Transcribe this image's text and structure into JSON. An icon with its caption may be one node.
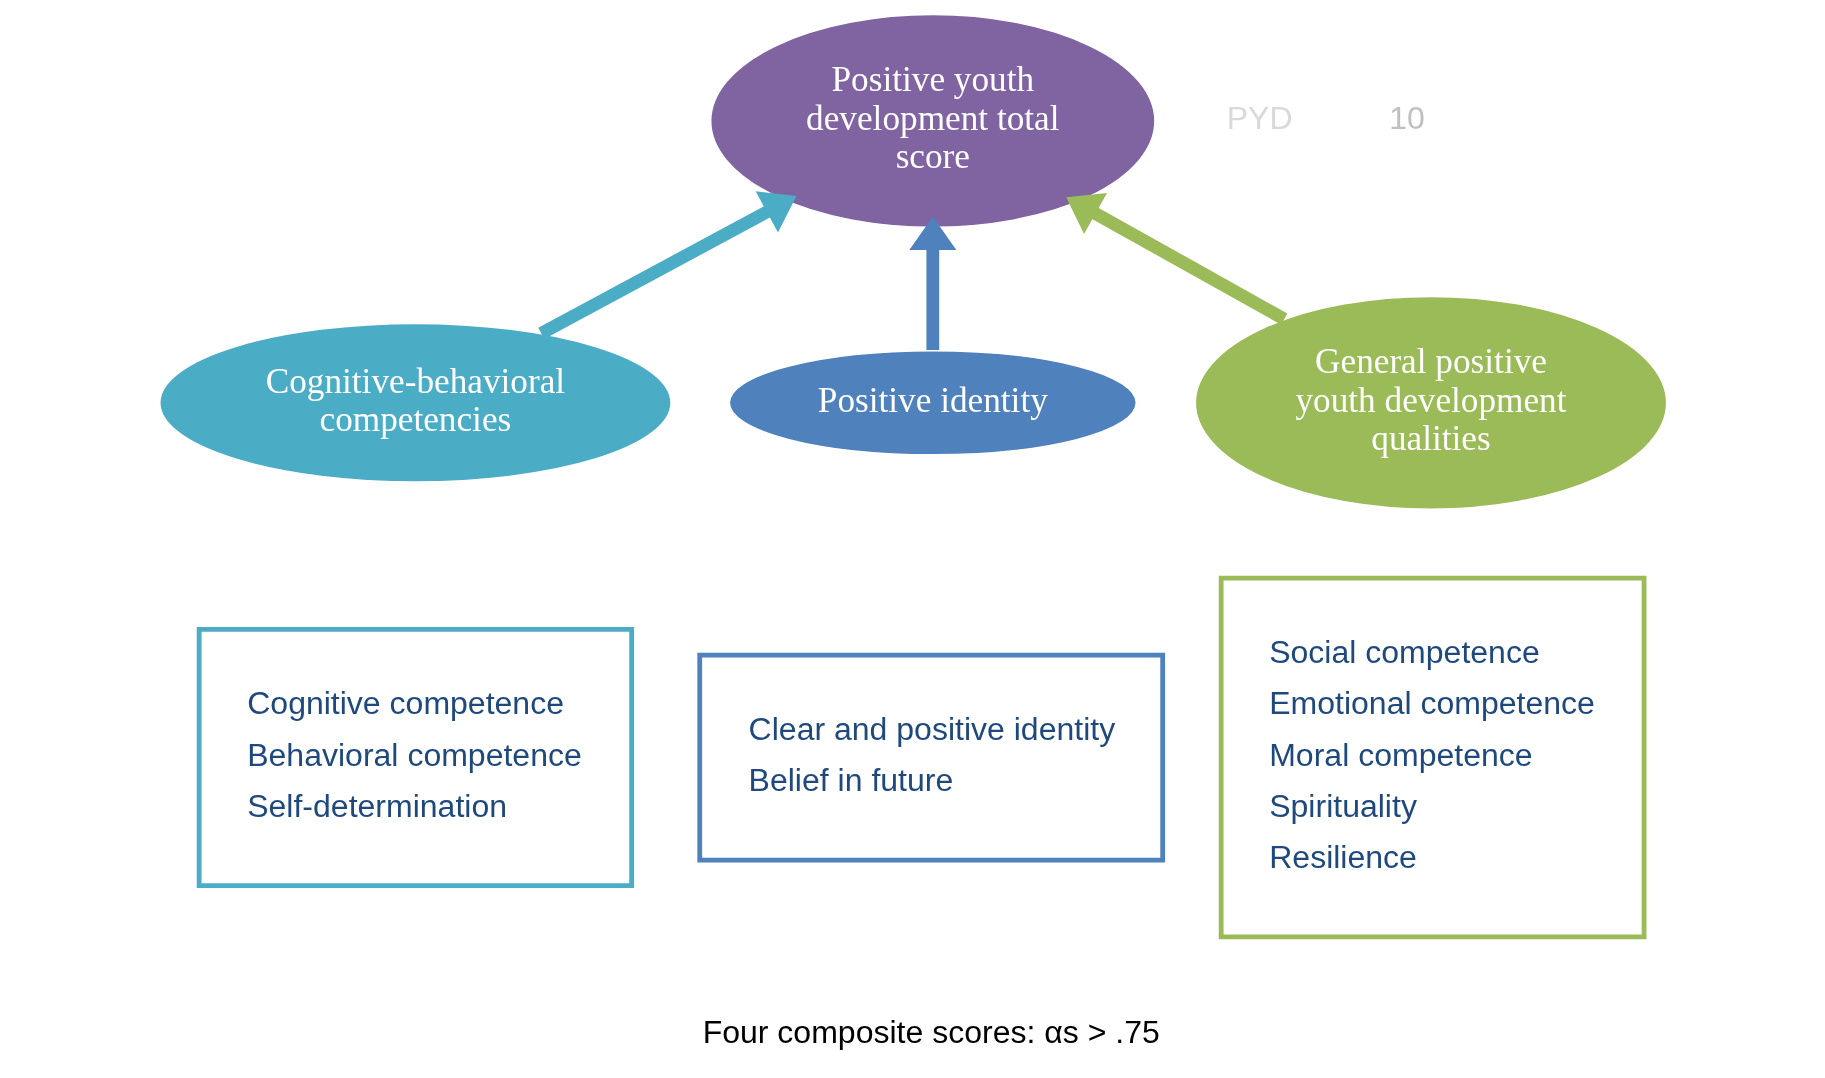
{
  "diagram": {
    "nodes": [
      {
        "text": [
          "Positive youth development total score"
        ]
      },
      {
        "text": [
          "Cognitive-behavioral competencies"
        ]
      },
      {
        "text": [
          "Positive identity"
        ]
      },
      {
        "text": [
          "General positive youth development qualities"
        ]
      },
      {
        "text": [
          "Cognitive competence",
          "Behavioral competence",
          "Self-determination"
        ]
      },
      {
        "text": [
          "Clear and positive identity",
          "Belief in future"
        ]
      },
      {
        "text": [
          "Social competence",
          "Emotional competence",
          "Moral competence",
          "Spirituality",
          "Resilience"
        ]
      }
    ],
    "edges": [
      {
        "from": 1,
        "to": 0,
        "arrow": "to",
        "color": "#4bacc6"
      },
      {
        "from": 2,
        "to": 0,
        "arrow": "to",
        "color": "#4f81bd"
      },
      {
        "from": 3,
        "to": 0,
        "arrow": "to",
        "color": "#9bbb59"
      }
    ],
    "labels": [
      "PYD",
      "10",
      "Four composite scores: αs > .75"
    ]
  }
}
